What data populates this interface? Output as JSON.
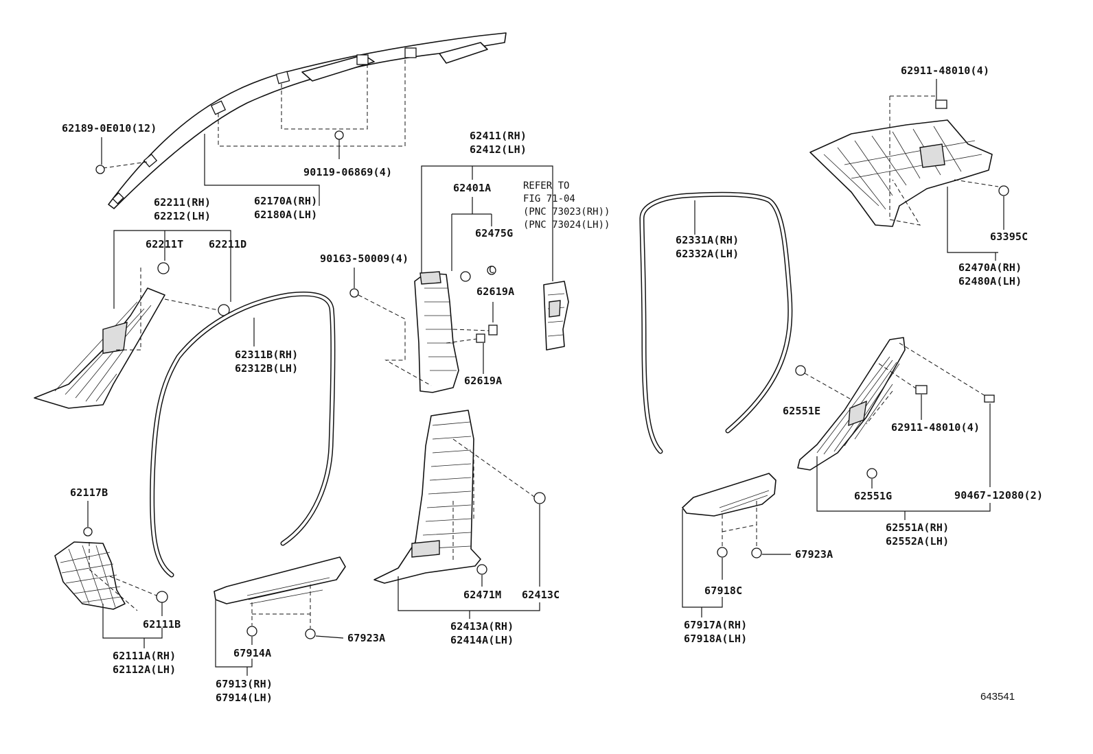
{
  "labels": {
    "p62189": "62189-0E010(12)",
    "p90119": "90119-06869(4)",
    "p62170": "62170A(RH)",
    "p62180": "62180A(LH)",
    "p62211rh": "62211(RH)",
    "p62212lh": "62212(LH)",
    "p62211T": "62211T",
    "p62211D": "62211D",
    "p62311B": "62311B(RH)",
    "p62312B": "62312B(LH)",
    "p62117B": "62117B",
    "p62111B": "62111B",
    "p62111A": "62111A(RH)",
    "p62112A": "62112A(LH)",
    "p62411": "62411(RH)",
    "p62412": "62412(LH)",
    "p62401A": "62401A",
    "p62475G": "62475G",
    "p90163": "90163-50009(4)",
    "p62619A_1": "62619A",
    "p62619A_2": "62619A",
    "refer1": "REFER TO",
    "refer2": "FIG 71-04",
    "refer3": "(PNC 73023(RH))",
    "refer4": "(PNC 73024(LH))",
    "p67914A": "67914A",
    "p67913": "67913(RH)",
    "p67914": "67914(LH)",
    "p67923A_1": "67923A",
    "p62471M": "62471M",
    "p62413C": "62413C",
    "p62413A": "62413A(RH)",
    "p62414A": "62414A(LH)",
    "p62331A": "62331A(RH)",
    "p62332A": "62332A(LH)",
    "p62911_top": "62911-48010(4)",
    "p63395C": "63395C",
    "p62470A": "62470A(RH)",
    "p62480A": "62480A(LH)",
    "p62551E": "62551E",
    "p62911_mid": "62911-48010(4)",
    "p62551G": "62551G",
    "p90467": "90467-12080(2)",
    "p62551A": "62551A(RH)",
    "p62552A": "62552A(LH)",
    "p67923A_2": "67923A",
    "p67918C": "67918C",
    "p67917A": "67917A(RH)",
    "p67918A": "67918A(LH)",
    "diagram_id": "643541"
  }
}
